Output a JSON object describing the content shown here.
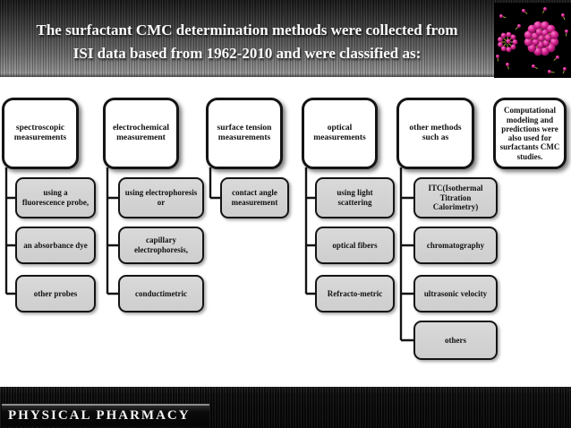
{
  "header": {
    "title_line1": "The surfactant CMC determination methods were collected from",
    "title_line2": "ISI data based from 1962-2010 and were classified as:"
  },
  "icons": {
    "micelle": "micelle-clusters-illustration"
  },
  "diagram": {
    "columns": [
      {
        "parent": "spectroscopic measurements",
        "children": [
          "using a fluorescence probe,",
          "an absorbance dye",
          "other probes"
        ]
      },
      {
        "parent": "electrochemical measurement",
        "children": [
          "using electrophoresis or",
          "capillary electrophoresis,",
          "conductimetric"
        ]
      },
      {
        "parent": "surface tension measurements",
        "children": [
          "contact angle measurement"
        ]
      },
      {
        "parent": "optical measurements",
        "children": [
          "using light scattering",
          "optical fibers",
          "Refracto-metric"
        ]
      },
      {
        "parent": "other methods such as",
        "children": [
          "ITC(Isothermal Titration Calorimetry)",
          "chromatography",
          "ultrasonic velocity",
          "others"
        ]
      },
      {
        "parent": "Computational modeling and predictions were also used for surfactants CMC studies.",
        "children": []
      }
    ]
  },
  "footer": {
    "label": "PHYSICAL PHARMACY"
  },
  "colors": {
    "child_box_fill": "#d3d3d3",
    "box_border": "#141414",
    "header_text": "#fbfbfb",
    "micelle_magenta": "#cc1d87",
    "micelle_tail_olive": "#99a233",
    "footer_label_border": "#8e8e8e"
  }
}
